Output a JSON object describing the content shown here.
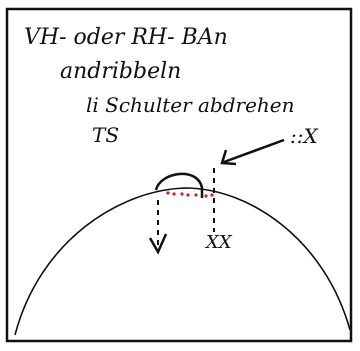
{
  "notes": {
    "line1": "VH- oder RH- BAn",
    "line2": "andribbeln",
    "line3": "li Schulter abdrehen",
    "line4": "TS"
  },
  "markers": {
    "top_right": "::X",
    "bottom_right": "XX"
  },
  "colors": {
    "ink": "#111111",
    "accent_red": "#cc2222",
    "background": "#ffffff"
  }
}
